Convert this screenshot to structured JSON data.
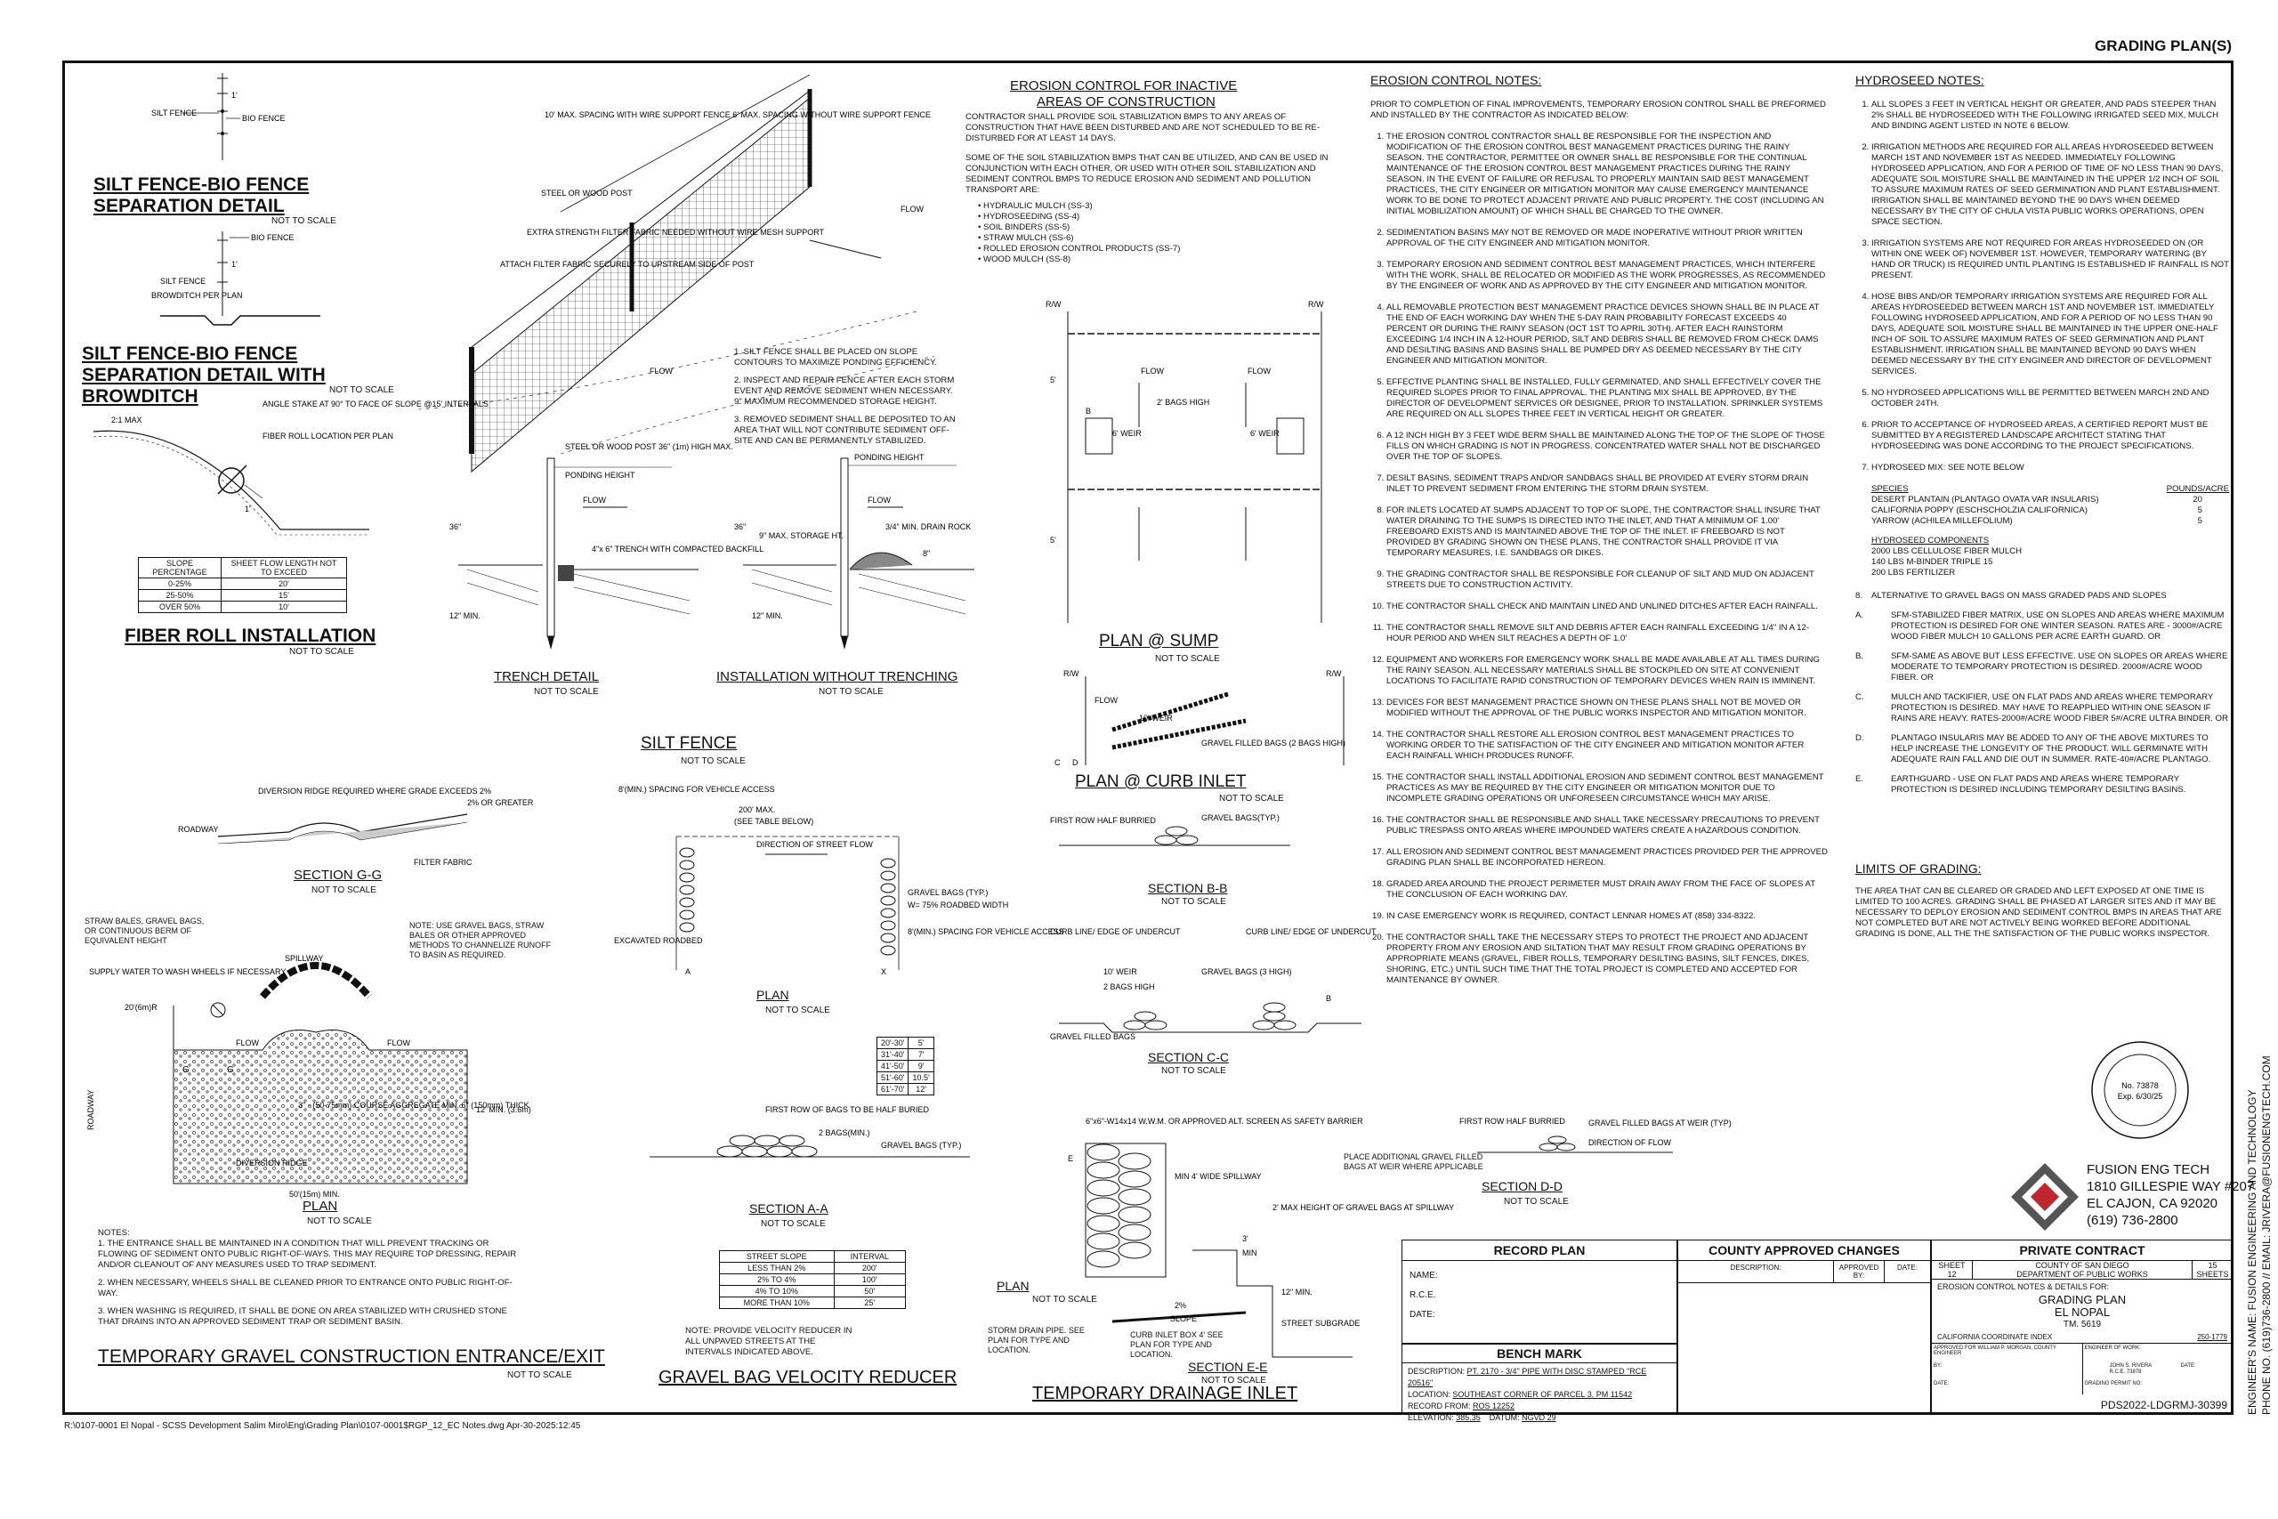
{
  "header_title": "GRADING PLAN(S)",
  "details": {
    "silt_bio_sep": {
      "title": "SILT FENCE-BIO FENCE SEPARATION DETAIL",
      "scale": "NOT TO SCALE",
      "labels": [
        "SILT FENCE",
        "BIO FENCE",
        "1'"
      ]
    },
    "silt_bio_browditch": {
      "title": "SILT FENCE-BIO FENCE SEPARATION DETAIL WITH BROWDITCH",
      "scale": "NOT TO SCALE",
      "labels": [
        "BIO FENCE",
        "SILT FENCE",
        "BROWDITCH PER PLAN",
        "1'"
      ]
    },
    "fiber_roll": {
      "title": "FIBER ROLL INSTALLATION",
      "scale": "NOT TO SCALE",
      "labels": [
        "2:1 MAX",
        "ANGLE STAKE AT 90° TO FACE OF SLOPE @15' INTERVALS",
        "FIBER ROLL LOCATION PER PLAN",
        "1'"
      ],
      "table_header": [
        "SLOPE PERCENTAGE",
        "SHEET FLOW LENGTH NOT TO EXCEED"
      ],
      "table_rows": [
        [
          "0-25%",
          "20'"
        ],
        [
          "25-50%",
          "15'"
        ],
        [
          "OVER 50%",
          "10'"
        ]
      ]
    },
    "silt_fence_3d": {
      "labels": [
        "10' MAX. SPACING WITH WIRE SUPPORT FENCE 6' MAX. SPACING WITHOUT WIRE SUPPORT FENCE",
        "STEEL OR WOOD POST",
        "EXTRA STRENGTH FILTER FABRIC NEEDED WITHOUT WIRE MESH SUPPORT",
        "ATTACH FILTER FABRIC SECURELY TO UPSTREAM SIDE OF POST",
        "FLOW"
      ],
      "notes": [
        "1. SILT FENCE SHALL BE PLACED ON SLOPE CONTOURS TO MAXIMIZE PONDING EFFICIENCY.",
        "2. INSPECT AND REPAIR FENCE AFTER EACH STORM EVENT AND REMOVE SEDIMENT WHEN NECESSARY. 9\" MAXIMUM RECOMMENDED STORAGE HEIGHT.",
        "3. REMOVED SEDIMENT SHALL BE DEPOSITED TO AN AREA THAT WILL NOT CONTRIBUTE SEDIMENT OFF-SITE AND CAN BE PERMANENTLY STABILIZED."
      ]
    },
    "trench": {
      "title": "TRENCH DETAIL",
      "scale": "NOT TO SCALE",
      "labels": [
        "STEEL OR WOOD POST 36\" (1m) HIGH MAX.",
        "PONDING HEIGHT",
        "FLOW",
        "4\"x 6\" TRENCH WITH COMPACTED BACKFILL",
        "36\"",
        "12\" MIN."
      ]
    },
    "no_trench": {
      "title": "INSTALLATION WITHOUT TRENCHING",
      "scale": "NOT TO SCALE",
      "labels": [
        "PONDING HEIGHT",
        "FLOW",
        "3/4\" MIN. DRAIN ROCK",
        "9\" MAX. STORAGE HT.",
        "8\"",
        "36\"",
        "12\" MIN."
      ]
    },
    "silt_fence_title": {
      "title": "SILT FENCE",
      "scale": "NOT TO SCALE"
    },
    "section_gg": {
      "title": "SECTION G-G",
      "scale": "NOT TO SCALE",
      "labels": [
        "DIVERSION RIDGE REQUIRED WHERE GRADE EXCEEDS 2%",
        "2% OR GREATER",
        "ROADWAY",
        "FILTER FABRIC"
      ]
    },
    "gravel_entrance": {
      "title": "TEMPORARY GRAVEL CONSTRUCTION ENTRANCE/EXIT",
      "scale": "NOT TO SCALE",
      "labels": [
        "STRAW BALES, GRAVEL BAGS, OR CONTINUOUS BERM OF EQUIVALENT HEIGHT",
        "SPILLWAY",
        "SUPPLY WATER TO WASH WHEELS IF NECESSARY",
        "20'(6m)R",
        "FLOW",
        "ROADWAY",
        "3\" - (50-75mm) COURSE AGGREGATE MIN. 6\" (150mm) THICK",
        "12' MIN. (3.6m)",
        "DIVERSION RIDGE",
        "50'(15m) MIN.",
        "PLAN",
        "NOT TO SCALE",
        "G"
      ],
      "note_side": "NOTE: USE GRAVEL BAGS, STRAW BALES OR OTHER APPROVED METHODS TO CHANNELIZE RUNOFF TO BASIN AS REQUIRED.",
      "notes_title": "NOTES:",
      "notes": [
        "1. THE ENTRANCE SHALL BE MAINTAINED IN A CONDITION THAT WILL PREVENT TRACKING OR FLOWING OF SEDIMENT ONTO PUBLIC RIGHT-OF-WAYS. THIS MAY REQUIRE TOP DRESSING, REPAIR AND/OR CLEANOUT OF ANY MEASURES USED TO TRAP SEDIMENT.",
        "2. WHEN NECESSARY, WHEELS SHALL BE CLEANED PRIOR TO ENTRANCE ONTO PUBLIC RIGHT-OF-WAY.",
        "3. WHEN WASHING IS REQUIRED, IT SHALL BE DONE ON AREA STABILIZED WITH CRUSHED STONE THAT DRAINS INTO AN APPROVED SEDIMENT TRAP OR SEDIMENT BASIN."
      ]
    },
    "velocity": {
      "title": "GRAVEL BAG VELOCITY REDUCER",
      "plan_title": "PLAN",
      "plan_scale": "NOT TO SCALE",
      "section_title": "SECTION A-A",
      "section_scale": "NOT TO SCALE",
      "labels": [
        "8'(MIN.) SPACING FOR VEHICLE ACCESS",
        "200' MAX.",
        "(SEE TABLE BELOW)",
        "DIRECTION OF STREET FLOW",
        "GRAVEL BAGS (TYP.)",
        "W= 75% ROADBED WIDTH",
        "8'(MIN.) SPACING FOR VEHICLE ACCESS",
        "EXCAVATED ROADBED",
        "FIRST ROW OF BAGS TO BE HALF BURIED",
        "2 BAGS(MIN.)",
        "GRAVEL BAGS (TYP.)",
        "A",
        "X",
        "W"
      ],
      "xtable": [
        [
          "20'-30'",
          "5'"
        ],
        [
          "31'-40'",
          "7'"
        ],
        [
          "41'-50'",
          "9'"
        ],
        [
          "51'-60'",
          "10.5'"
        ],
        [
          "61'-70'",
          "12'"
        ]
      ],
      "table_header": [
        "STREET SLOPE",
        "INTERVAL"
      ],
      "table_rows": [
        [
          "LESS THAN 2%",
          "200'"
        ],
        [
          "2% TO 4%",
          "100'"
        ],
        [
          "4% TO 10%",
          "50'"
        ],
        [
          "MORE THAN 10%",
          "25'"
        ]
      ],
      "note": "NOTE: PROVIDE VELOCITY REDUCER IN ALL UNPAVED STREETS AT THE INTERVALS INDICATED ABOVE."
    },
    "inactive": {
      "title1": "EROSION CONTROL FOR INACTIVE",
      "title2": "AREAS OF CONSTRUCTION",
      "para1": "CONTRACTOR SHALL PROVIDE SOIL STABILIZATION BMPS TO ANY AREAS OF CONSTRUCTION THAT HAVE BEEN DISTURBED AND ARE NOT SCHEDULED TO BE RE-DISTURBED FOR AT LEAST 14 DAYS.",
      "para2": "SOME OF THE SOIL STABILIZATION BMPS THAT CAN BE UTILIZED, AND CAN BE USED IN CONJUNCTION WITH EACH OTHER, OR USED WITH OTHER SOIL STABILIZATION AND SEDIMENT CONTROL BMPS TO REDUCE EROSION AND SEDIMENT AND POLLUTION TRANSPORT ARE:",
      "items": [
        "HYDRAULIC MULCH (SS-3)",
        "HYDROSEEDING (SS-4)",
        "SOIL BINDERS (SS-5)",
        "STRAW MULCH (SS-6)",
        "ROLLED EROSION CONTROL PRODUCTS (SS-7)",
        "WOOD MULCH (SS-8)"
      ]
    },
    "sump": {
      "title": "PLAN @ SUMP",
      "scale": "NOT TO SCALE",
      "labels": [
        "R/W",
        "2' BAGS HIGH",
        "6' WEIR",
        "FLOW",
        "5'",
        "B"
      ]
    },
    "curb_inlet": {
      "title": "PLAN @ CURB INLET",
      "scale": "NOT TO SCALE",
      "labels": [
        "R/W",
        "FLOW",
        "GRAVEL FILLED BAGS (2 BAGS HIGH)",
        "10' WEIR",
        "C",
        "D"
      ]
    },
    "section_bb": {
      "title": "SECTION B-B",
      "scale": "NOT TO SCALE",
      "labels": [
        "FIRST ROW HALF BURRIED",
        "GRAVEL BAGS(TYP.)"
      ]
    },
    "section_cc": {
      "title": "SECTION C-C",
      "scale": "NOT TO SCALE",
      "labels": [
        "CURB LINE/ EDGE OF UNDERCUT",
        "CURB LINE/ EDGE OF UNDERCUT",
        "10' WEIR",
        "2 BAGS HIGH",
        "GRAVEL BAGS (3 HIGH)",
        "GRAVEL FILLED BAGS",
        "B"
      ]
    },
    "section_dd": {
      "title": "SECTION D-D",
      "scale": "NOT TO SCALE",
      "labels": [
        "FIRST ROW HALF BURRIED",
        "GRAVEL FILLED BAGS AT WEIR (TYP)",
        "DIRECTION OF FLOW",
        "PLACE ADDITIONAL GRAVEL FILLED BAGS AT WEIR WHERE APPLICABLE"
      ]
    },
    "drain_inlet": {
      "title": "TEMPORARY DRAINAGE INLET",
      "plan_title": "PLAN",
      "plan_scale": "NOT TO SCALE",
      "section_title": "SECTION E-E",
      "section_scale": "NOT TO SCALE",
      "labels": [
        "6\"x6\"-W14x14 W.W.M. OR APPROVED ALT. SCREEN AS SAFETY BARRIER",
        "MIN 4' WIDE SPILLWAY",
        "2' MAX HEIGHT OF GRAVEL BAGS AT SPILLWAY",
        "3'",
        "MIN",
        "12\" MIN.",
        "STREET SUBGRADE",
        "2%",
        "SLOPE",
        "STORM DRAIN PIPE. SEE PLAN FOR TYPE AND LOCATION.",
        "CURB INLET BOX 4' SEE PLAN FOR TYPE AND LOCATION.",
        "E"
      ]
    }
  },
  "erosion_notes": {
    "title": "EROSION CONTROL NOTES:",
    "intro": "PRIOR TO COMPLETION OF FINAL IMPROVEMENTS, TEMPORARY EROSION CONTROL SHALL BE PREFORMED AND INSTALLED BY THE CONTRACTOR AS INDICATED BELOW:",
    "items": [
      "THE EROSION CONTROL CONTRACTOR SHALL BE RESPONSIBLE FOR THE INSPECTION AND MODIFICATION OF THE EROSION CONTROL BEST MANAGEMENT PRACTICES DURING THE RAINY SEASON. THE CONTRACTOR, PERMITTEE OR OWNER SHALL BE RESPONSIBLE FOR THE CONTINUAL MAINTENANCE OF THE EROSION CONTROL BEST MANAGEMENT PRACTICES DURING THE RAINY SEASON. IN THE EVENT OF FAILURE OR REFUSAL TO PROPERLY MAINTAIN SAID BEST MANAGEMENT PRACTICES, THE CITY ENGINEER OR MITIGATION MONITOR MAY CAUSE EMERGENCY MAINTENANCE WORK TO BE DONE TO PROTECT ADJACENT PRIVATE AND PUBLIC PROPERTY. THE COST (INCLUDING AN INITIAL MOBILIZATION AMOUNT) OF WHICH SHALL BE CHARGED TO THE OWNER.",
      "SEDIMENTATION BASINS MAY NOT BE REMOVED OR MADE INOPERATIVE WITHOUT PRIOR WRITTEN APPROVAL OF THE CITY ENGINEER AND MITIGATION MONITOR.",
      "TEMPORARY EROSION AND SEDIMENT CONTROL BEST MANAGEMENT PRACTICES, WHICH INTERFERE WITH THE WORK, SHALL BE RELOCATED OR MODIFIED AS THE WORK PROGRESSES, AS RECOMMENDED BY THE ENGINEER OF WORK AND AS APPROVED BY THE CITY ENGINEER AND MITIGATION MONITOR.",
      "ALL REMOVABLE PROTECTION BEST MANAGEMENT PRACTICE DEVICES SHOWN SHALL BE IN PLACE AT THE END OF EACH WORKING DAY WHEN THE 5-DAY RAIN PROBABILITY FORECAST EXCEEDS 40 PERCENT OR DURING THE RAINY SEASON (OCT 1ST TO APRIL 30TH). AFTER EACH RAINSTORM EXCEEDING 1/4 INCH IN A 12-HOUR PERIOD, SILT AND DEBRIS SHALL BE REMOVED FROM CHECK DAMS AND DESILTING BASINS AND BASINS SHALL BE PUMPED DRY AS DEEMED NECESSARY BY THE CITY ENGINEER AND MITIGATION MONITOR.",
      "EFFECTIVE PLANTING SHALL BE INSTALLED, FULLY GERMINATED, AND SHALL EFFECTIVELY COVER THE REQUIRED SLOPES PRIOR TO FINAL APPROVAL. THE PLANTING MIX SHALL BE APPROVED, BY THE DIRECTOR OF DEVELOPMENT SERVICES OR DESIGNEE, PRIOR TO INSTALLATION. SPRINKLER SYSTEMS ARE REQUIRED ON ALL SLOPES THREE FEET IN VERTICAL HEIGHT OR GREATER.",
      "A 12 INCH HIGH BY 3 FEET WIDE BERM SHALL BE MAINTAINED ALONG THE TOP OF THE SLOPE OF THOSE FILLS ON WHICH GRADING IS NOT IN PROGRESS. CONCENTRATED WATER SHALL NOT BE DISCHARGED OVER THE TOP OF SLOPES.",
      "DESILT BASINS, SEDIMENT TRAPS AND/OR SANDBAGS SHALL BE PROVIDED AT EVERY STORM DRAIN INLET TO PREVENT SEDIMENT FROM ENTERING THE STORM DRAIN SYSTEM.",
      "FOR INLETS LOCATED AT SUMPS ADJACENT TO TOP OF SLOPE, THE CONTRACTOR SHALL INSURE THAT WATER DRAINING TO THE SUMPS IS DIRECTED INTO THE INLET, AND THAT A MINIMUM OF 1.00' FREEBOARD EXISTS AND IS MAINTAINED ABOVE THE TOP OF THE INLET. IF FREEBOARD IS NOT PROVIDED BY GRADING SHOWN ON THESE PLANS, THE CONTRACTOR SHALL PROVIDE IT VIA TEMPORARY MEASURES, I.E. SANDBAGS OR DIKES.",
      "THE GRADING CONTRACTOR SHALL BE RESPONSIBLE FOR CLEANUP OF SILT AND MUD ON ADJACENT STREETS DUE TO CONSTRUCTION ACTIVITY.",
      "THE CONTRACTOR SHALL CHECK AND MAINTAIN LINED AND UNLINED DITCHES AFTER EACH RAINFALL.",
      "THE CONTRACTOR SHALL REMOVE SILT AND DEBRIS AFTER EACH RAINFALL EXCEEDING 1/4\" IN A 12-HOUR PERIOD AND WHEN SILT REACHES A DEPTH OF 1.0'",
      "EQUIPMENT AND WORKERS FOR EMERGENCY WORK SHALL BE MADE AVAILABLE AT ALL TIMES DURING THE RAINY SEASON. ALL NECESSARY MATERIALS SHALL BE STOCKPILED ON SITE AT CONVENIENT LOCATIONS TO FACILITATE RAPID CONSTRUCTION OF TEMPORARY DEVICES WHEN RAIN IS IMMINENT.",
      "DEVICES FOR BEST MANAGEMENT PRACTICE SHOWN ON THESE PLANS SHALL NOT BE MOVED OR MODIFIED WITHOUT THE APPROVAL OF THE PUBLIC WORKS INSPECTOR AND MITIGATION MONITOR.",
      "THE CONTRACTOR SHALL RESTORE ALL EROSION CONTROL BEST MANAGEMENT PRACTICES TO WORKING ORDER TO THE SATISFACTION OF THE CITY ENGINEER AND MITIGATION MONITOR AFTER EACH RAINFALL WHICH PRODUCES RUNOFF.",
      "THE CONTRACTOR SHALL INSTALL ADDITIONAL EROSION AND SEDIMENT CONTROL BEST MANAGEMENT PRACTICES AS MAY BE REQUIRED BY THE CITY ENGINEER OR MITIGATION MONITOR DUE TO INCOMPLETE GRADING OPERATIONS OR UNFORESEEN CIRCUMSTANCE WHICH MAY ARISE.",
      "THE CONTRACTOR SHALL BE RESPONSIBLE AND SHALL TAKE NECESSARY PRECAUTIONS TO PREVENT PUBLIC TRESPASS ONTO AREAS WHERE IMPOUNDED WATERS CREATE A HAZARDOUS CONDITION.",
      "ALL EROSION AND SEDIMENT CONTROL BEST MANAGEMENT PRACTICES PROVIDED PER THE APPROVED GRADING PLAN SHALL BE INCORPORATED HEREON.",
      "GRADED AREA AROUND THE PROJECT PERIMETER MUST DRAIN AWAY FROM THE FACE OF SLOPES AT THE CONCLUSION OF EACH WORKING DAY.",
      "IN CASE EMERGENCY WORK IS REQUIRED, CONTACT LENNAR HOMES AT (858) 334-8322.",
      "THE CONTRACTOR SHALL TAKE THE NECESSARY STEPS TO PROTECT THE PROJECT AND ADJACENT PROPERTY FROM ANY EROSION AND SILTATION THAT MAY RESULT FROM GRADING OPERATIONS BY APPROPRIATE MEANS (GRAVEL, FIBER ROLLS, TEMPORARY DESILTING BASINS, SILT FENCES, DIKES, SHORING, ETC.) UNTIL SUCH TIME THAT THE TOTAL PROJECT IS COMPLETED AND ACCEPTED FOR MAINTENANCE BY OWNER."
    ]
  },
  "hydroseed_notes": {
    "title": "HYDROSEED NOTES:",
    "items": [
      "ALL SLOPES 3 FEET IN VERTICAL HEIGHT OR GREATER, AND PADS STEEPER THAN 2% SHALL BE HYDROSEEDED WITH THE FOLLOWING IRRIGATED SEED MIX, MULCH AND BINDING AGENT LISTED IN NOTE 6 BELOW.",
      "IRRIGATION METHODS ARE REQUIRED FOR ALL AREAS HYDROSEEDED BETWEEN MARCH 1ST AND NOVEMBER 1ST AS NEEDED. IMMEDIATELY FOLLOWING HYDROSEED APPLICATION, AND FOR A PERIOD OF TIME OF NO LESS THAN 90 DAYS, ADEQUATE SOIL MOISTURE SHALL BE MAINTAINED IN THE UPPER 1/2 INCH OF SOIL TO ASSURE MAXIMUM RATES OF SEED GERMINATION AND PLANT ESTABLISHMENT. IRRIGATION SHALL BE MAINTAINED BEYOND THE 90 DAYS WHEN DEEMED NECESSARY BY THE CITY OF CHULA VISTA PUBLIC WORKS OPERATIONS, OPEN SPACE SECTION.",
      "IRRIGATION SYSTEMS ARE NOT REQUIRED FOR AREAS HYDROSEEDED ON (OR WITHIN ONE WEEK OF) NOVEMBER 1ST. HOWEVER, TEMPORARY WATERING (BY HAND OR TRUCK) IS REQUIRED UNTIL PLANTING IS ESTABLISHED IF RAINFALL IS NOT PRESENT.",
      "HOSE BIBS AND/OR TEMPORARY IRRIGATION SYSTEMS ARE REQUIRED FOR ALL AREAS HYDROSEEDED BETWEEN MARCH 1ST AND NOVEMBER 1ST. IMMEDIATELY FOLLOWING HYDROSEED APPLICATION, AND FOR A PERIOD OF NO LESS THAN 90 DAYS, ADEQUATE SOIL MOISTURE SHALL BE MAINTAINED IN THE UPPER ONE-HALF INCH OF SOIL TO ASSURE MAXIMUM RATES OF SEED GERMINATION AND PLANT ESTABLISHMENT. IRRIGATION SHALL BE MAINTAINED BEYOND 90 DAYS WHEN DEEMED NECESSARY BY THE CITY ENGINEER AND DIRECTOR OF DEVELOPMENT SERVICES.",
      "NO HYDROSEED APPLICATIONS WILL BE PERMITTED BETWEEN MARCH 2ND AND OCTOBER 24TH.",
      "PRIOR TO ACCEPTANCE OF HYDROSEED AREAS, A CERTIFIED REPORT MUST BE SUBMITTED BY A REGISTERED LANDSCAPE ARCHITECT STATING THAT HYDROSEEDING WAS DONE ACCORDING TO THE PROJECT SPECIFICATIONS.",
      "HYDROSEED MIX: SEE NOTE BELOW"
    ],
    "species_header": "SPECIES",
    "pounds_header": "POUNDS/ACRE",
    "species": [
      [
        "DESERT PLANTAIN (PLANTAGO OVATA VAR INSULARIS)",
        "20"
      ],
      [
        "CALIFORNIA POPPY (ESCHSCHOLZIA CALIFORNICA)",
        "5"
      ],
      [
        "YARROW (ACHILEA MILLEFOLIUM)",
        "5"
      ]
    ],
    "components_header": "HYDROSEED COMPONENTS",
    "components": [
      "2000 LBS CELLULOSE FIBER MULCH",
      "140 LBS M-BINDER TRIPLE 15",
      "200 LBS FERTILIZER"
    ],
    "item8": "ALTERNATIVE TO GRAVEL BAGS ON MASS GRADED PADS AND SLOPES",
    "alts": [
      [
        "A.",
        "SFM-STABILIZED FIBER MATRIX, USE ON SLOPES AND AREAS WHERE MAXIMUM PROTECTION IS DESIRED FOR ONE WINTER SEASON. RATES ARE - 3000#/ACRE WOOD FIBER MULCH 10 GALLONS PER ACRE EARTH GUARD. OR"
      ],
      [
        "B.",
        "SFM-SAME AS ABOVE BUT LESS EFFECTIVE. USE ON SLOPES OR AREAS WHERE MODERATE TO TEMPORARY PROTECTION IS DESIRED. 2000#/ACRE WOOD FIBER. OR"
      ],
      [
        "C.",
        "MULCH AND TACKIFIER, USE ON FLAT PADS AND AREAS WHERE TEMPORARY PROTECTION IS DESIRED. MAY HAVE TO REAPPLIED WITHIN ONE SEASON IF RAINS ARE HEAVY. RATES-2000#/ACRE WOOD FIBER 5#/ACRE ULTRA BINDER. OR"
      ],
      [
        "D.",
        "PLANTAGO INSULARIS MAY BE ADDED TO ANY OF THE ABOVE MIXTURES TO HELP INCREASE THE LONGEVITY OF THE PRODUCT. WILL GERMINATE WITH ADEQUATE RAIN FALL AND DIE OUT IN SUMMER. RATE-40#/ACRE PLANTAGO."
      ],
      [
        "E.",
        "EARTHGUARD - USE ON FLAT PADS AND AREAS WHERE TEMPORARY PROTECTION IS DESIRED INCLUDING TEMPORARY DESILTING BASINS."
      ]
    ]
  },
  "limits": {
    "title": "LIMITS OF GRADING:",
    "text": "THE AREA THAT CAN BE CLEARED OR GRADED AND LEFT EXPOSED AT ONE TIME IS LIMITED TO 100 ACRES. GRADING SHALL BE PHASED AT LARGER SITES AND IT MAY BE NECESSARY TO DEPLOY EROSION AND SEDIMENT CONTROL BMPS IN AREAS THAT ARE NOT COMPLETED BUT ARE NOT ACTIVELY BEING WORKED BEFORE ADDITIONAL GRADING IS DONE, ALL THE THE SATISFACTION OF THE PUBLIC WORKS INSPECTOR."
  },
  "seal": {
    "line1": "No. 73878",
    "line2": "Exp. 6/30/25"
  },
  "company": {
    "name": "FUSION ENG TECH",
    "address1": "1810 GILLESPIE WAY #207",
    "address2": "EL CAJON, CA 92020",
    "phone": "(619) 736-2800"
  },
  "engineer_vertical": {
    "line1": "ENGINEER'S NAME: FUSION ENGINEERING AND TECHNOLOGY",
    "line2": "PHONE NO. (619)736-2800 // EMAIL: JRIVERA@FUSIONENGTECH.COM"
  },
  "record_plan": {
    "title": "RECORD PLAN",
    "fields": [
      "NAME:",
      "R.C.E.",
      "DATE:"
    ]
  },
  "bench_mark": {
    "title": "BENCH MARK",
    "description_label": "DESCRIPTION:",
    "description": "PT. 2170 - 3/4\" PIPE WITH DISC STAMPED \"RCE 20516\"",
    "location_label": "LOCATION:",
    "location": "SOUTHEAST CORNER OF PARCEL 3, PM 11542",
    "record_from_label": "RECORD FROM:",
    "record_from": "ROS 12252",
    "elevation_label": "ELEVATION:",
    "elevation": "385.35",
    "datum_label": "DATUM:",
    "datum": "NGVD 29"
  },
  "county_changes": {
    "title": "COUNTY APPROVED CHANGES",
    "cols": [
      "DESCRIPTION:",
      "APPROVED BY:",
      "DATE:"
    ]
  },
  "private_contract": {
    "title": "PRIVATE CONTRACT",
    "sheet_label": "SHEET",
    "sheet": "12",
    "county1": "COUNTY OF SAN DIEGO",
    "county2": "DEPARTMENT OF PUBLIC WORKS",
    "sheets": "15",
    "sheets_label": "SHEETS",
    "desc1": "EROSION CONTROL NOTES & DETAILS FOR:",
    "plan1": "GRADING PLAN",
    "plan2": "EL NOPAL",
    "tm": "TM. 5619",
    "index_label": "CALIFORNIA COORDINATE INDEX",
    "index": "250-1779",
    "approved_label": "APPROVED FOR WILLIAM P. MORGAN, COUNTY ENGINEER",
    "engineer_label": "ENGINEER OF WORK:",
    "by": "BY:",
    "date": "DATE:",
    "eng_name": "JOHN S. RIVERA",
    "rce": "R.C.E. 73878",
    "eng_date": "DATE:",
    "permit_label": "GRADING PERMIT NO:",
    "permit": "PDS2022-LDGRMJ-30399"
  },
  "footer_path": "R:\\0107-0001 El Nopal - SCSS Development Salim Miro\\Eng\\Grading Plan\\0107-0001$RGP_12_EC Notes.dwg  Apr-30-2025:12:45"
}
